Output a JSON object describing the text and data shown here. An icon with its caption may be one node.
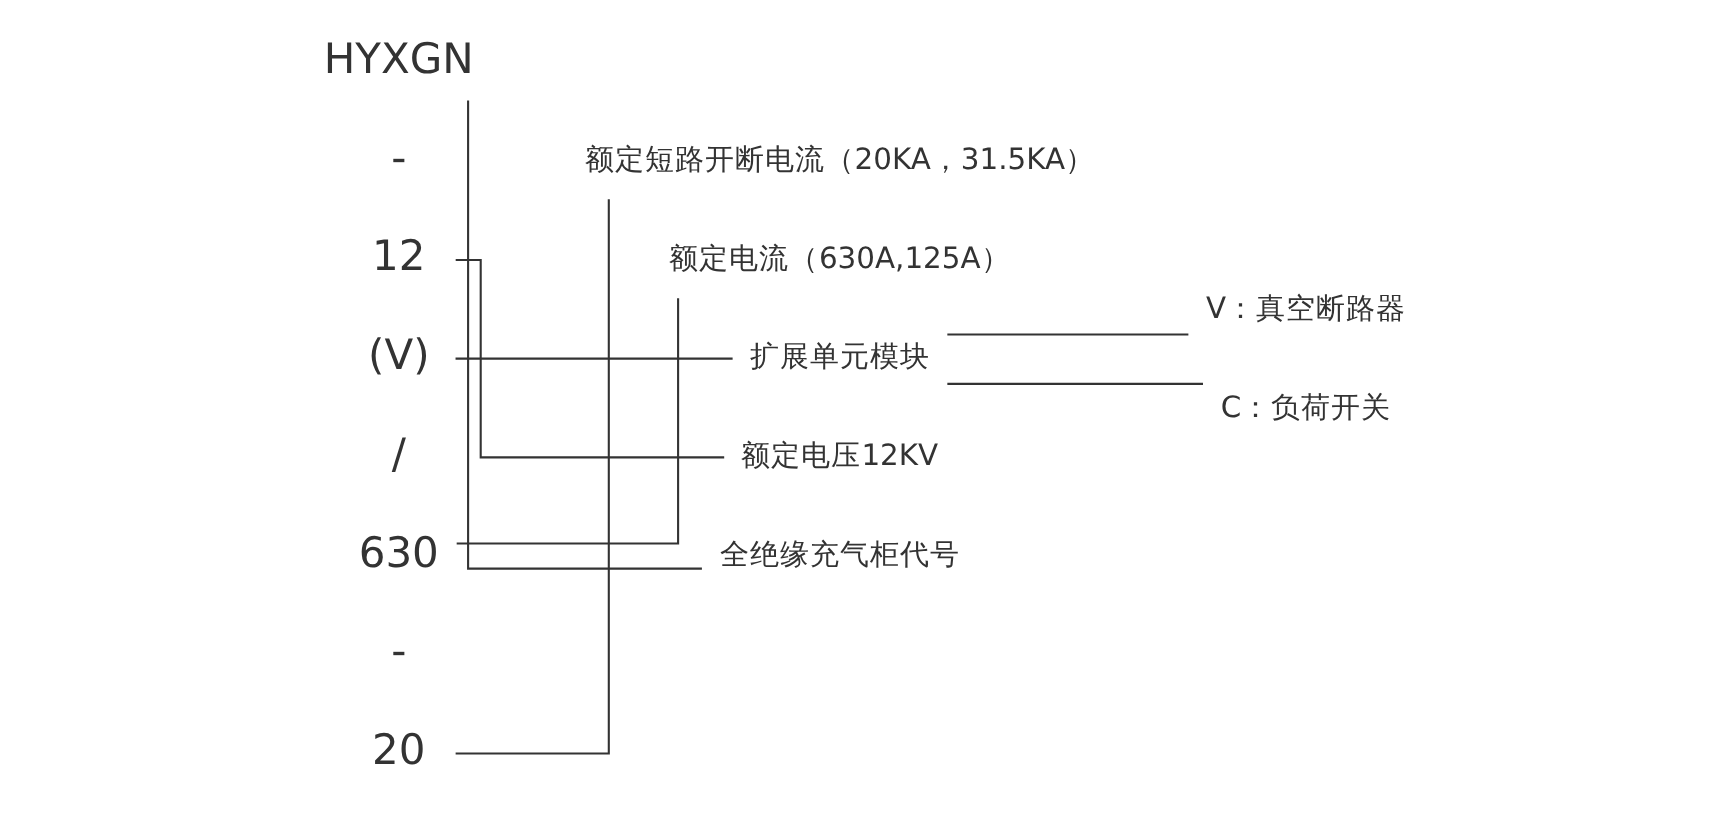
{
  "diagram": {
    "nodes": [
      {
        "text": [
          "HYXGN"
        ]
      },
      {
        "text": [
          "12"
        ]
      },
      {
        "text": [
          "(V)"
        ]
      },
      {
        "text": [
          "630"
        ]
      },
      {
        "text": [
          "20"
        ]
      },
      {
        "text": [
          "额定短路开断电流（20KA，31.5KA）"
        ]
      },
      {
        "text": [
          "额定电流（630A,125A）"
        ]
      },
      {
        "text": [
          "扩展单元模块"
        ]
      },
      {
        "text": [
          "V：真空断路器"
        ]
      },
      {
        "text": [
          "C：负荷开关"
        ]
      },
      {
        "text": [
          "额定电压12KV"
        ]
      },
      {
        "text": [
          "全绝缘充气柜代号"
        ]
      }
    ],
    "edges": [
      {
        "from": 4,
        "to": 5,
        "arrow": "none"
      },
      {
        "from": 3,
        "to": 6,
        "arrow": "none"
      },
      {
        "from": 2,
        "to": 7,
        "arrow": "none"
      },
      {
        "from": 7,
        "to": 8,
        "arrow": "none"
      },
      {
        "from": 7,
        "to": 9,
        "arrow": "none"
      },
      {
        "from": 1,
        "to": 10,
        "arrow": "none"
      },
      {
        "from": 0,
        "to": 11,
        "arrow": "none"
      }
    ],
    "labels": [
      "-",
      "/",
      "-"
    ]
  }
}
